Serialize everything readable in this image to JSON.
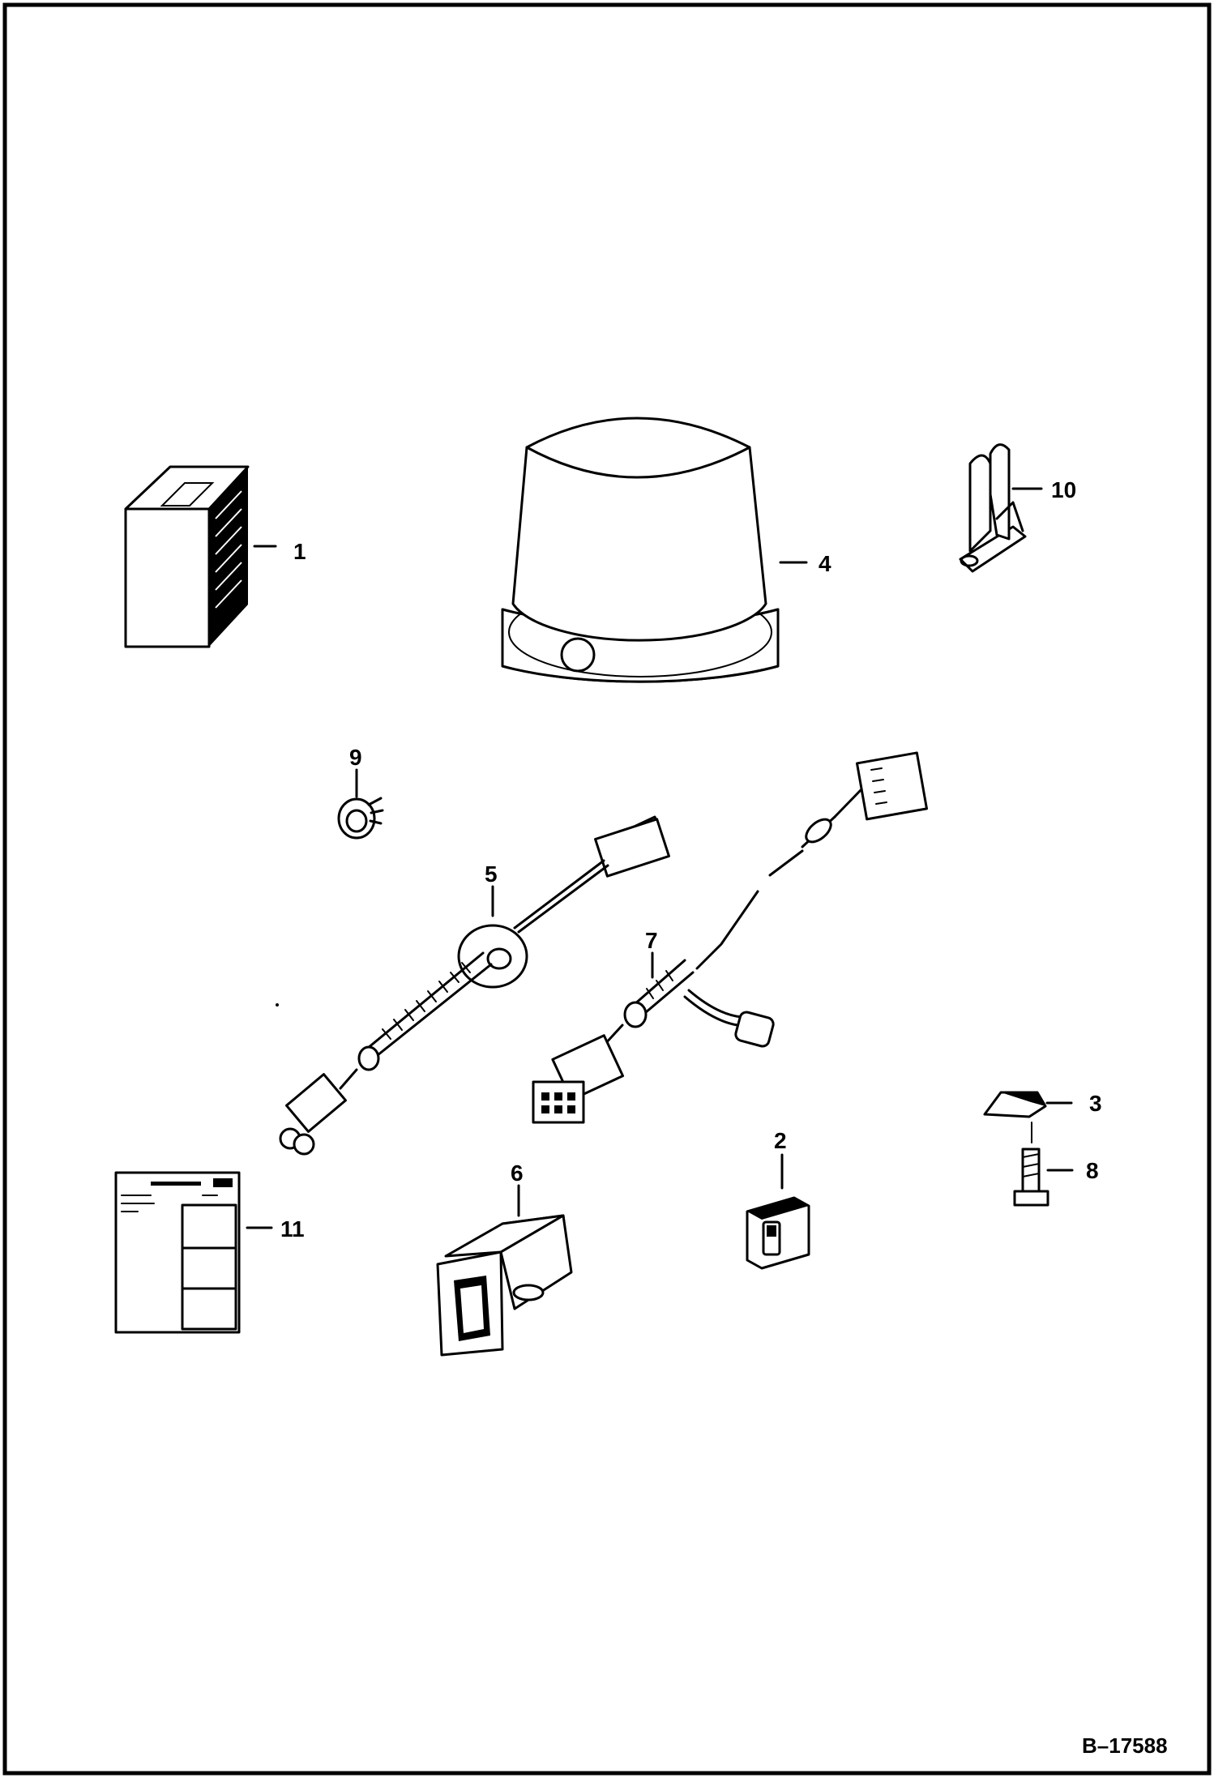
{
  "figure_ref": "B–17588",
  "callouts": [
    {
      "number": "1",
      "part": "relay"
    },
    {
      "number": "2",
      "part": "rocker-switch"
    },
    {
      "number": "3",
      "part": "clip-nut"
    },
    {
      "number": "4",
      "part": "beacon-light"
    },
    {
      "number": "5",
      "part": "wire-harness-with-grommet"
    },
    {
      "number": "6",
      "part": "mounting-bracket"
    },
    {
      "number": "7",
      "part": "switch-wire-harness"
    },
    {
      "number": "8",
      "part": "bolt"
    },
    {
      "number": "9",
      "part": "push-rivet"
    },
    {
      "number": "10",
      "part": "mount-latch"
    },
    {
      "number": "11",
      "part": "instruction-sheet"
    }
  ]
}
